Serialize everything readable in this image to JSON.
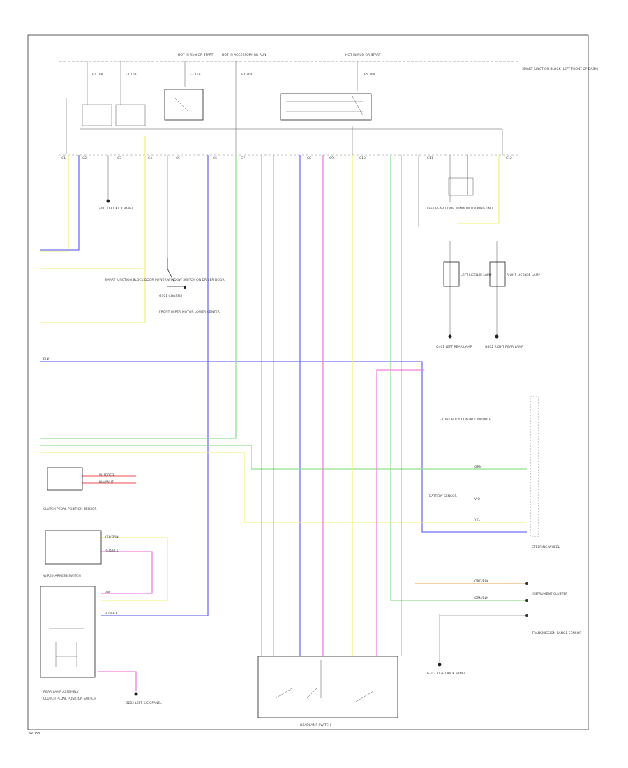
{
  "diagram": {
    "footer_code": "WD88",
    "top_labels": {
      "hot_run_start_left": "HOT IN RUN OR START",
      "hot_accessory": "HOT IN ACCESSORY OR RUN",
      "hot_run_start_right": "HOT IN RUN OR START",
      "fuse_box": "SMART JUNCTION BLOCK (LEFT FRONT OF DASH)"
    },
    "fuse_labels": [
      "F1 10A",
      "F2 10A",
      "F3 15A",
      "F4 20A",
      "F5 10A"
    ],
    "components": {
      "ground_left": "G201 LEFT KICK PANEL",
      "door_power_window": "SMART JUNCTION BLOCK DOOR POWER WINDOW SWITCH ON DRIVER DOOR",
      "ground_mid": "G301 CHASSIS",
      "switch_mid": "FRONT WIPER MOTOR LOWER CENTER",
      "relay_box": "LEFT REAR DOOR WINDOW LOCKING UNIT",
      "lamp_left": "LEFT LICENSE LAMP",
      "lamp_right": "RIGHT LICENSE LAMP",
      "ground_right_a": "G401 LEFT REAR LAMP",
      "ground_right_b": "G402 RIGHT REAR LAMP",
      "connector_right": "FRONT BODY CONTROL MODULE",
      "connector_right_label": "STEERING WHEEL",
      "connector_note": "BATTERY SENSOR",
      "clutch_switch": "CLUTCH PEDAL POSITION SENSOR",
      "wire_switch": "WIRE HARNESS SWITCH",
      "rear_lamp_assembly": "REAR LAMP ASSEMBLY",
      "clutch_switch_bottom": "CLUTCH PEDAL POSITION SWITCH",
      "bottom_ground_left": "G202 LEFT KICK PANEL",
      "bottom_ground_right": "G203 RIGHT KICK PANEL",
      "combo_switch": "HEADLAMP SWITCH",
      "transmission": "TRANSMISSION RANGE SENSOR",
      "instrument_cluster": "INSTRUMENT CLUSTER"
    },
    "wire_colors": {
      "yellow": "#f2f28a",
      "blue": "#7070f0",
      "green": "#8fe08f",
      "pink": "#f080e0",
      "red": "#f07070",
      "orange": "#f0b070",
      "black": "#222222"
    },
    "wire_tags": [
      "WHT/RED",
      "BLU/WHT",
      "GRN",
      "YEL",
      "PNK",
      "RED/BLK",
      "BLK",
      "YEL/GRN",
      "GRN/BLK",
      "VIO",
      "BLU/BLK",
      "ORG/BLK"
    ],
    "connector_pins": [
      "C1",
      "C2",
      "C3",
      "C4",
      "C5",
      "C6",
      "C7",
      "C8",
      "C9",
      "C10",
      "C11",
      "C12"
    ]
  }
}
